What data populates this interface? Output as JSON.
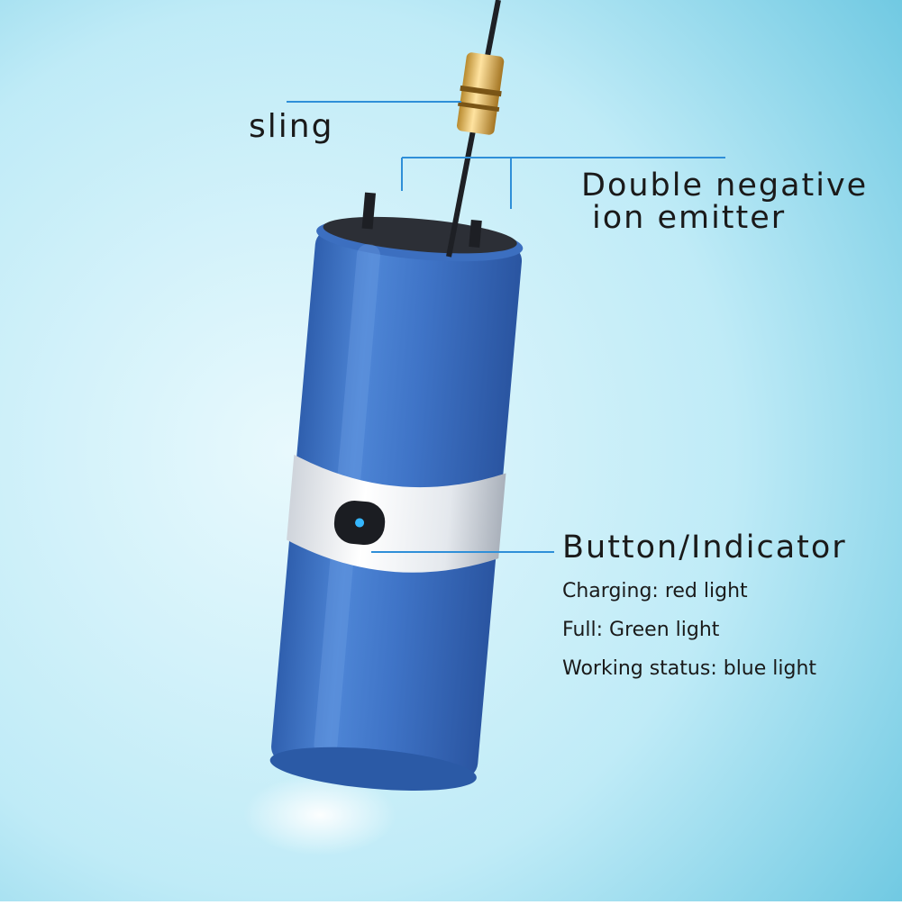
{
  "labels": {
    "sling": "sling",
    "ion_emitter_line1": "Double negative",
    "ion_emitter_line2": "ion emitter",
    "button_indicator": "Button/Indicator"
  },
  "status_lines": {
    "charging": "Charging: red light",
    "full": "Full: Green light",
    "working": "Working status: blue light"
  },
  "colors": {
    "background_light": "#dff6fc",
    "background_mid": "#b8e9f6",
    "background_edge": "#62c3df",
    "body_blue": "#3f74c7",
    "callout_line": "#2f8fd8",
    "collar": "#ffd27a",
    "indicator": "#35b7ff"
  }
}
